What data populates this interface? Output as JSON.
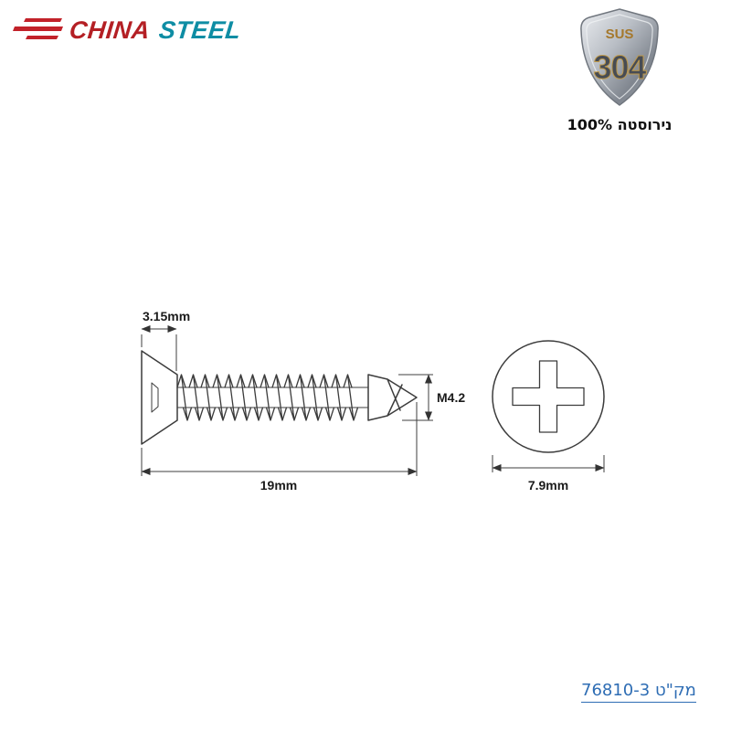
{
  "brand": {
    "part1": "CHINA",
    "part2": "STEEL",
    "part1_color": "#b41f24",
    "part2_color": "#0e8da4",
    "lines_color": "#c2222a"
  },
  "badge": {
    "material_top": "SUS",
    "material_grade": "304",
    "caption": "100% נירוסטה",
    "gold_color": "#a5782c"
  },
  "drawing": {
    "dim_head_height": "3.15mm",
    "dim_length": "19mm",
    "dim_thread": "M4.2",
    "dim_head_diameter": "7.9mm"
  },
  "footer": {
    "sku": "מק\"ט 76810-3",
    "sku_color": "#2e6db4"
  }
}
